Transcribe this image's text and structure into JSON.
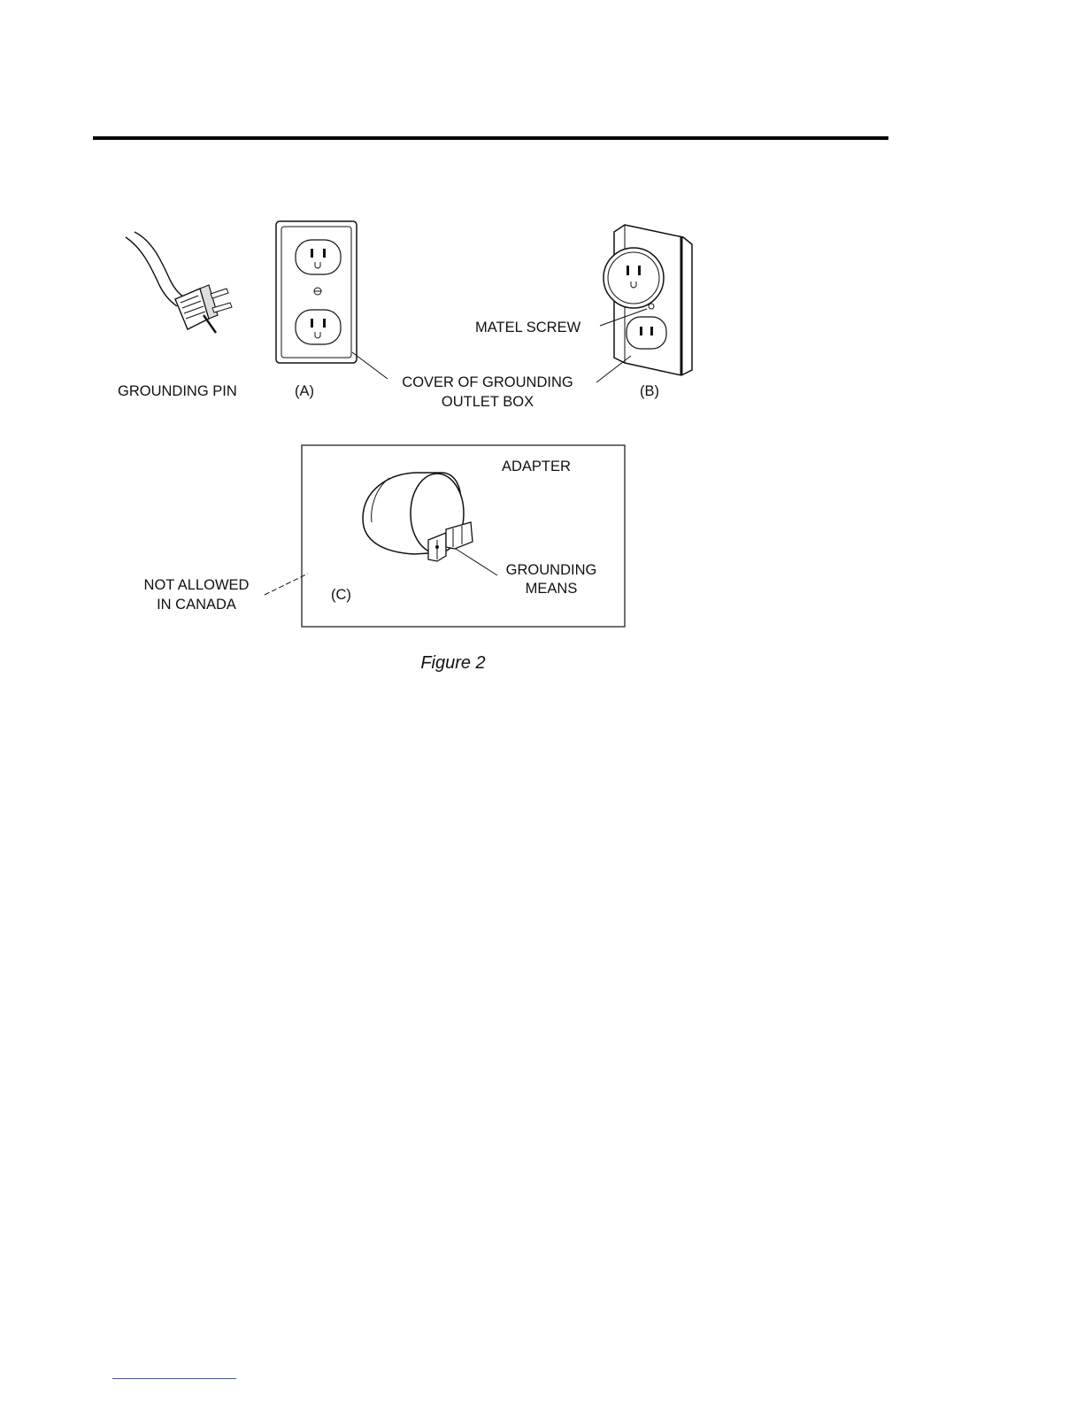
{
  "labels": {
    "grounding_pin": "GROUNDING PIN",
    "panel_a": "(A)",
    "cover_line1": "COVER OF GROUNDING",
    "cover_line2": "OUTLET BOX",
    "matel_screw": "MATEL SCREW",
    "panel_b": "(B)",
    "adapter": "ADAPTER",
    "grounding_means_line1": "GROUNDING",
    "grounding_means_line2": "MEANS",
    "not_allowed_line1": "NOT ALLOWED",
    "not_allowed_line2": "IN CANADA",
    "panel_c": "(C)"
  },
  "caption": "Figure 2"
}
